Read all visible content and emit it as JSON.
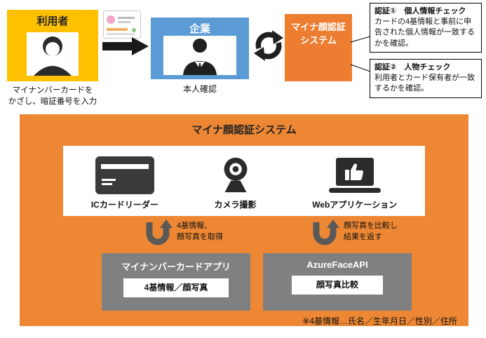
{
  "colors": {
    "user_box": "#FFC000",
    "company_box": "#5B9BD5",
    "system_box": "#ED7D31",
    "panel": "#ED8733",
    "module_box": "#808080",
    "arrow_dark": "#1F1F1F",
    "u_arrow": "#595959"
  },
  "flow": {
    "user": {
      "label": "利用者",
      "caption": "マイナンバーカードを\nかざし、暗証番号を入力"
    },
    "company": {
      "label": "企業",
      "caption": "本人確認"
    },
    "system": {
      "label": "マイナ顔認証\nシステム"
    },
    "callouts": [
      {
        "title": "認証①　個人情報チェック",
        "body": "カードの4基情報と事前に申告された個人情報が一致するかを確認。"
      },
      {
        "title": "認証②　人物チェック",
        "body": "利用者とカード保有者が一致するかを確認。"
      }
    ]
  },
  "panel": {
    "title": "マイナ顔認証システム",
    "components": [
      {
        "label": "ICカードリーダー",
        "icon": "ic-card-reader-icon"
      },
      {
        "label": "カメラ撮影",
        "icon": "webcam-icon"
      },
      {
        "label": "Webアプリケーション",
        "icon": "laptop-thumbs-up-icon"
      }
    ],
    "flows": [
      {
        "text": "4基情報、\n顔写真を取得"
      },
      {
        "text": "顔写真を比較し\n結果を返す"
      }
    ],
    "modules": [
      {
        "title": "マイナンバーカードアプリ",
        "detail": "4基情報／顔写真"
      },
      {
        "title": "AzureFaceAPI",
        "detail": "顔写真比較"
      }
    ],
    "note": "※4基情報…氏名／生年月日／性別／住所"
  },
  "icons": {
    "person-icon": "female user silhouette",
    "businessman-icon": "male staff silhouette",
    "mynumber-card-image": "my number card thumbnail",
    "arrow-right-icon": "solid black right arrow",
    "cycle-arrows-icon": "two curved exchange arrows",
    "ic-card-reader-icon": "IC card reader",
    "webcam-icon": "camera",
    "laptop-thumbs-up-icon": "laptop with thumbs-up",
    "u-turn-arrow-left-icon": "u-shaped arrow",
    "u-turn-arrow-right-icon": "u-shaped arrow"
  }
}
